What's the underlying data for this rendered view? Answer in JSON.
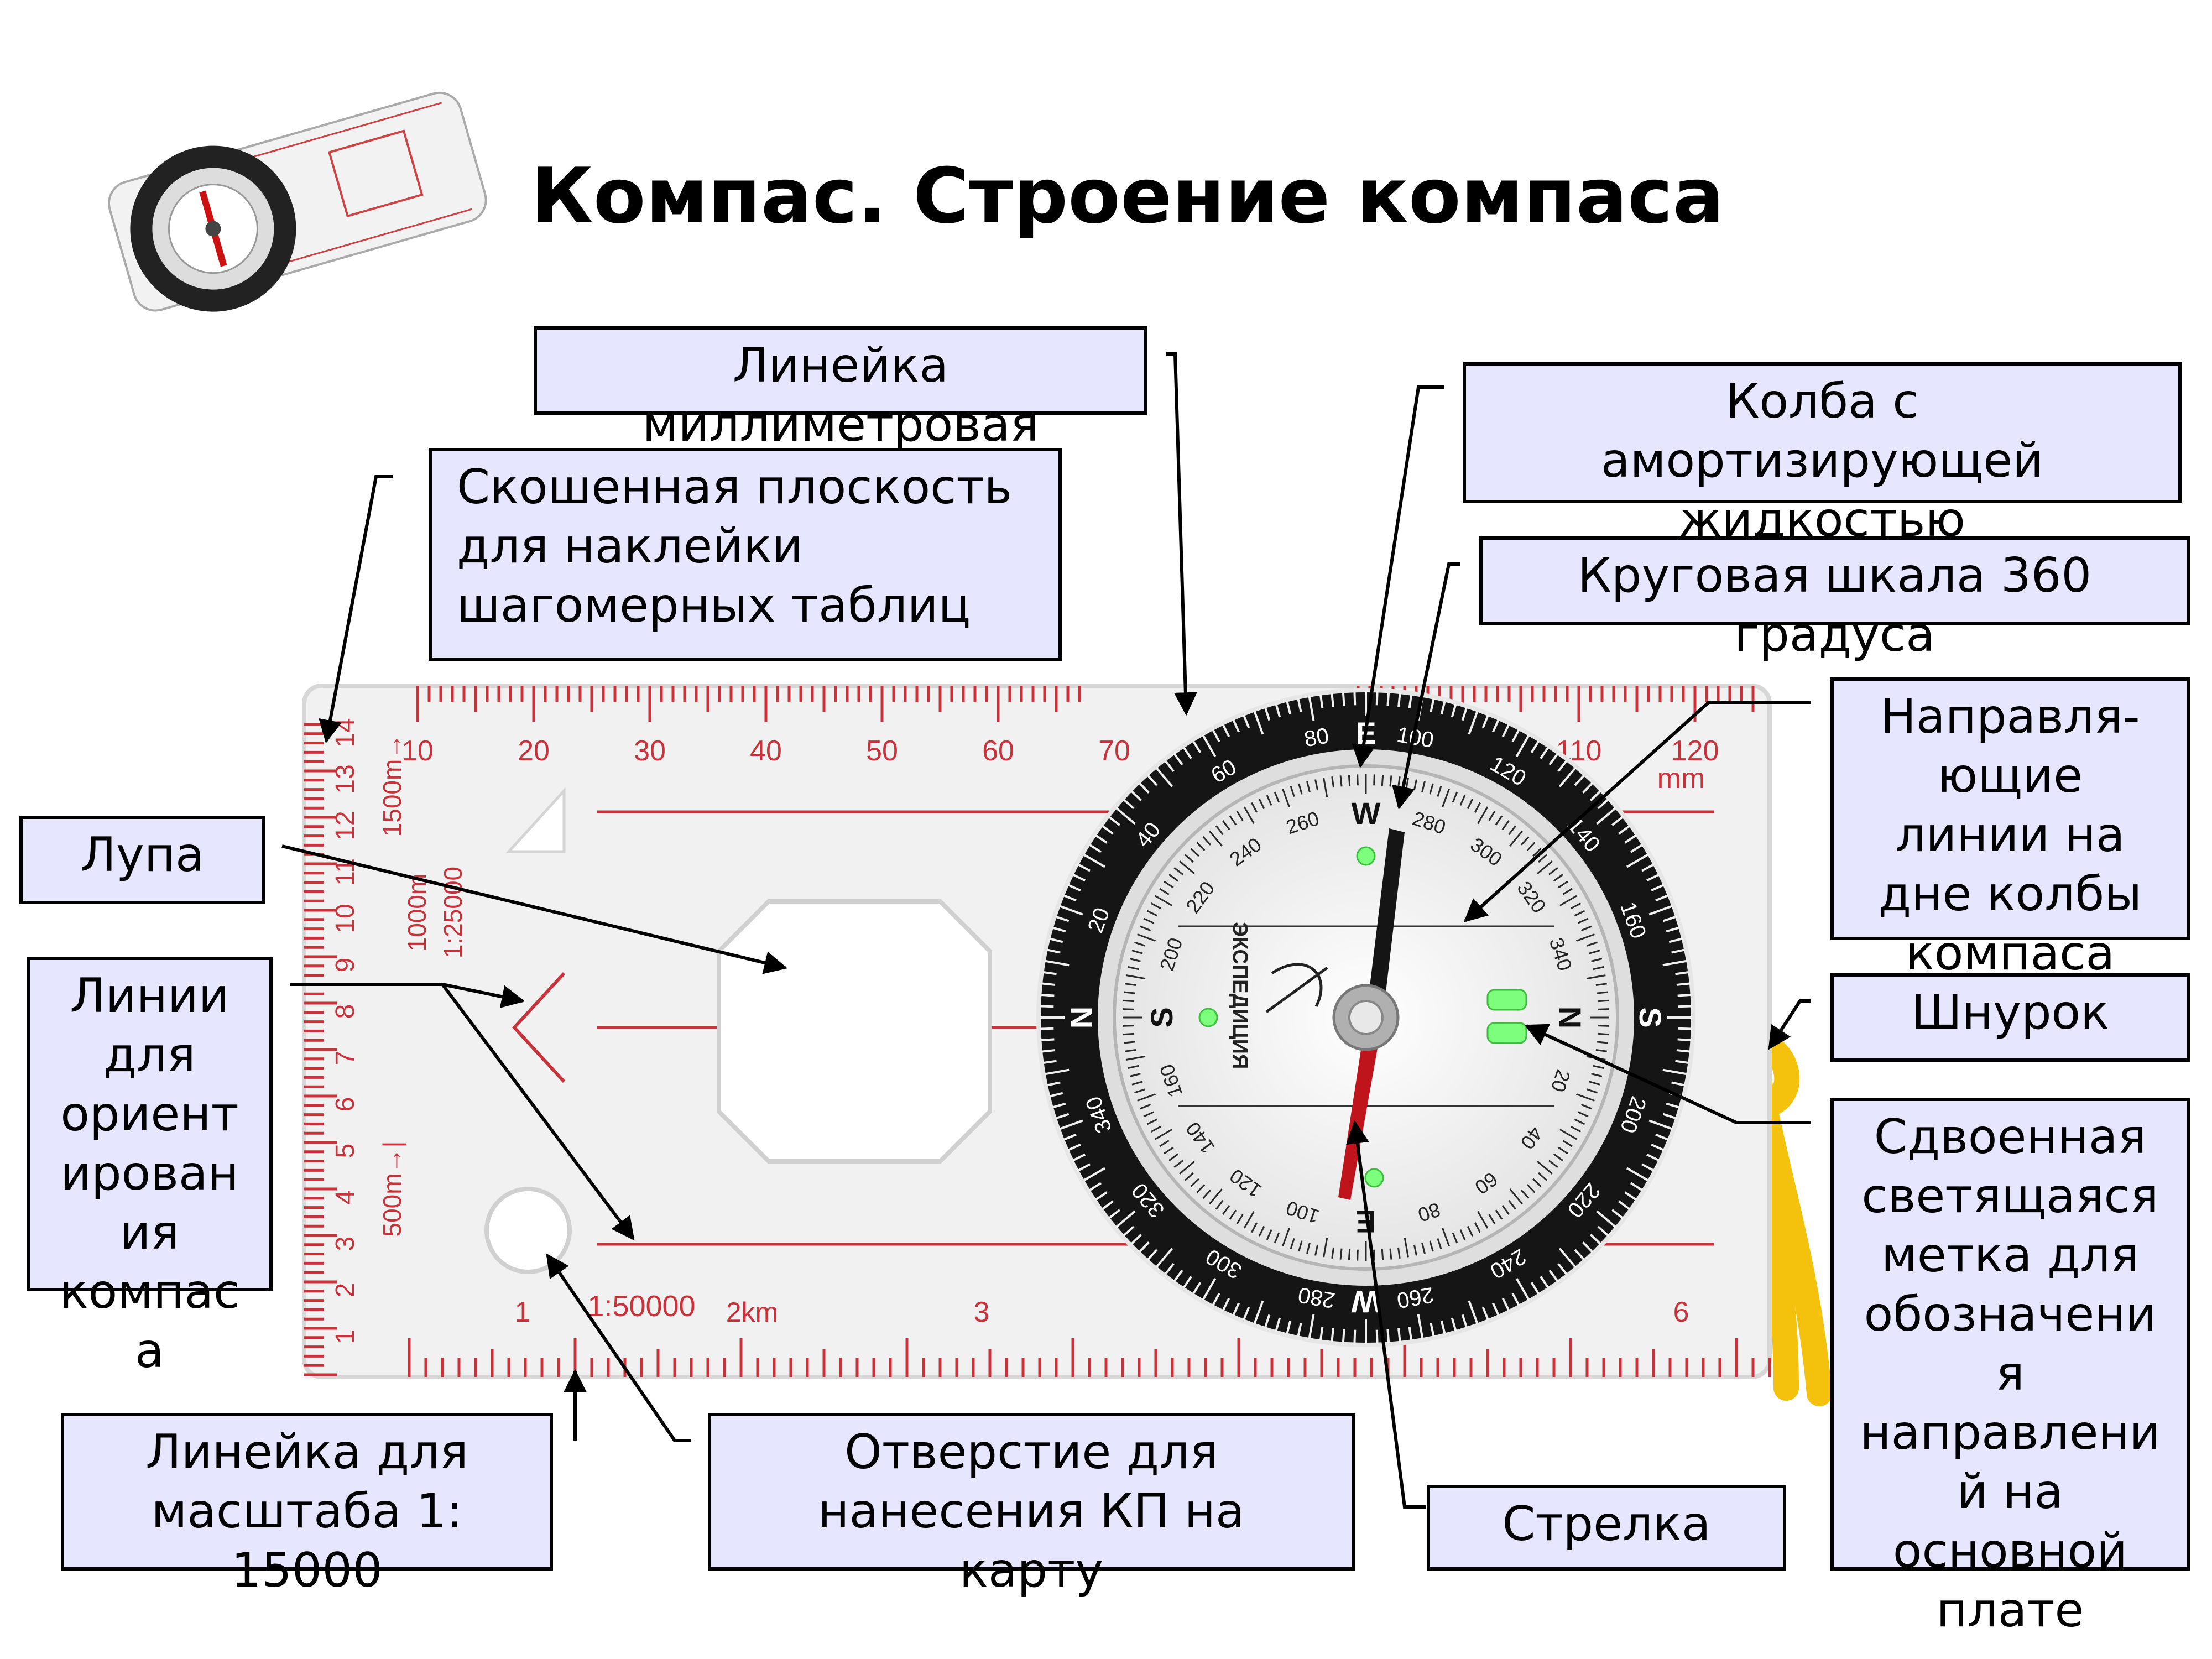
{
  "title": "Компас. Строение компаса",
  "labels": {
    "ruler_mm": "Линейка миллиметровая",
    "bevel": "Скошенная плоскость\nдля наклейки\nшагомерных таблиц",
    "capsule": "Колба с\nамортизирующей\nжидкостью",
    "bezel": "Круговая шкала 360\nградуса",
    "orient_lines": "Направля-\nющие\nлинии на\nдне колбы\nкомпаса",
    "loupe": "Лупа",
    "plate_lines": "Линии\nдля\nориент\nирован\nия\nкомпас\nа",
    "lanyard": "Шнурок",
    "glow_mark": "Сдвоенная\nсветящаяся\nметка для\nобозначени\nя\nнаправлени\nй на\nосновной\nплате",
    "scale_ruler": "Линейка для\nмасштаба 1:\n15000",
    "hole": "Отверстие для\nнанесения КП на\nкарту",
    "needle": "Стрелка"
  },
  "compass": {
    "ruler_numbers": [
      "10",
      "20",
      "30",
      "40",
      "50",
      "60",
      "70",
      "110",
      "120"
    ],
    "ruler_unit": "mm",
    "side_numbers": [
      "14",
      "13",
      "12",
      "11",
      "10",
      "9",
      "8",
      "7",
      "6",
      "5",
      "4",
      "3",
      "2",
      "1"
    ],
    "side_scales": [
      "1500m→",
      "1000m",
      "1:25000",
      "500m→|"
    ],
    "bottom_numbers": [
      "1",
      "3",
      "6"
    ],
    "bottom_scale": "1:50000",
    "bottom_unit": "2km",
    "bezel_numbers": [
      "100",
      "120",
      "140",
      "160",
      "200",
      "220",
      "240",
      "260",
      "280",
      "300",
      "320",
      "340",
      "20",
      "40",
      "60",
      "80"
    ],
    "cardinals": [
      "E",
      "S",
      "W",
      "N"
    ],
    "inner_numbers": [
      "280",
      "300",
      "320",
      "340",
      "20",
      "40",
      "60",
      "80",
      "100",
      "120",
      "140",
      "160",
      "200",
      "220",
      "240",
      "260"
    ],
    "inner_cardinals": [
      "W",
      "N",
      "E",
      "S"
    ],
    "brand": "ЭКСПЕДИЦИЯ"
  },
  "colors": {
    "label_fill": "#e6e6ff",
    "ruler_red": "#c8323a",
    "bezel_black": "#151515",
    "lanyard_yellow": "#f4c20d",
    "glow_green": "#7dff7d",
    "needle_red": "#c0141c"
  }
}
